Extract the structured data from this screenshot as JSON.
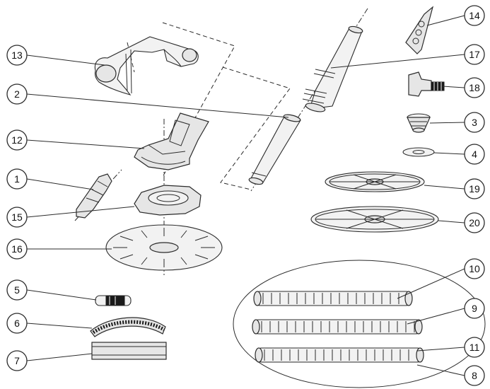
{
  "callouts": {
    "c1": "1",
    "c2": "2",
    "c3": "3",
    "c4": "4",
    "c5": "5",
    "c6": "6",
    "c7": "7",
    "c8": "8",
    "c9": "9",
    "c10": "10",
    "c11": "11",
    "c12": "12",
    "c13": "13",
    "c14": "14",
    "c15": "15",
    "c16": "16",
    "c17": "17",
    "c18": "18",
    "c19": "19",
    "c20": "20"
  },
  "colors": {
    "line": "#2b2b2b",
    "part_fill": "#e6e6e6",
    "background": "#ffffff"
  }
}
